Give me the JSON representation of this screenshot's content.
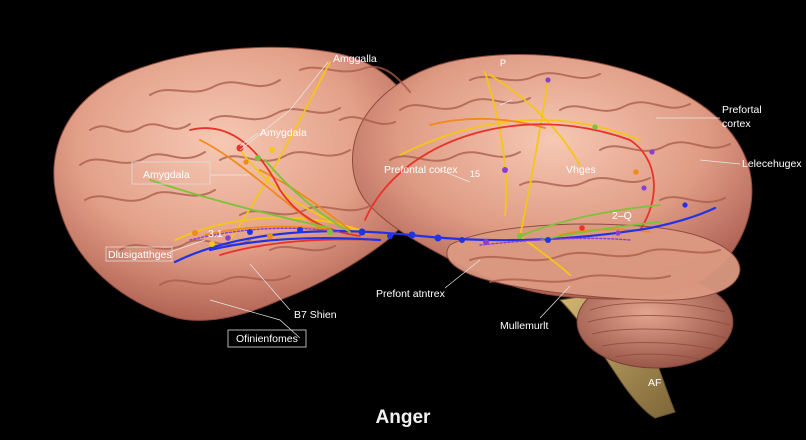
{
  "title": "Anger",
  "labels": {
    "amygdala_top": "Amygdala",
    "amygdala_left": "Amygdala",
    "fanggalla": "Amggalla",
    "prefrontal_center": "Prefontal cortex",
    "prefrontal_right_line1": "Prefortal",
    "prefrontal_right_line2": "cortex",
    "lelecehugex": "Lelecehugex",
    "number_15": "15",
    "vhges": "Vhges",
    "two_q": "2–Q",
    "p_top": "P",
    "number_31": "3.1",
    "dlusigatthges": "Dlusigatthges",
    "b7_shien": "B7 Shien",
    "ofinienfomes": "Ofinienfomes",
    "prefont_atntrex": "Prefont atntrex",
    "mullemurlt": "Mullemurlt",
    "af": "AF"
  },
  "colors": {
    "background": "#000000",
    "brain_light": "#f0b9a2",
    "brain_mid": "#d98f78",
    "brain_dark": "#b0624f",
    "cerebellum": "#c9826f",
    "brainstem": "#b89a5e",
    "pathway_yellow": "#f5c518",
    "pathway_orange": "#f08a1c",
    "pathway_red": "#e8332a",
    "pathway_blue": "#2233e6",
    "pathway_green": "#7cc23a",
    "pathway_purple": "#8a3fd1"
  }
}
